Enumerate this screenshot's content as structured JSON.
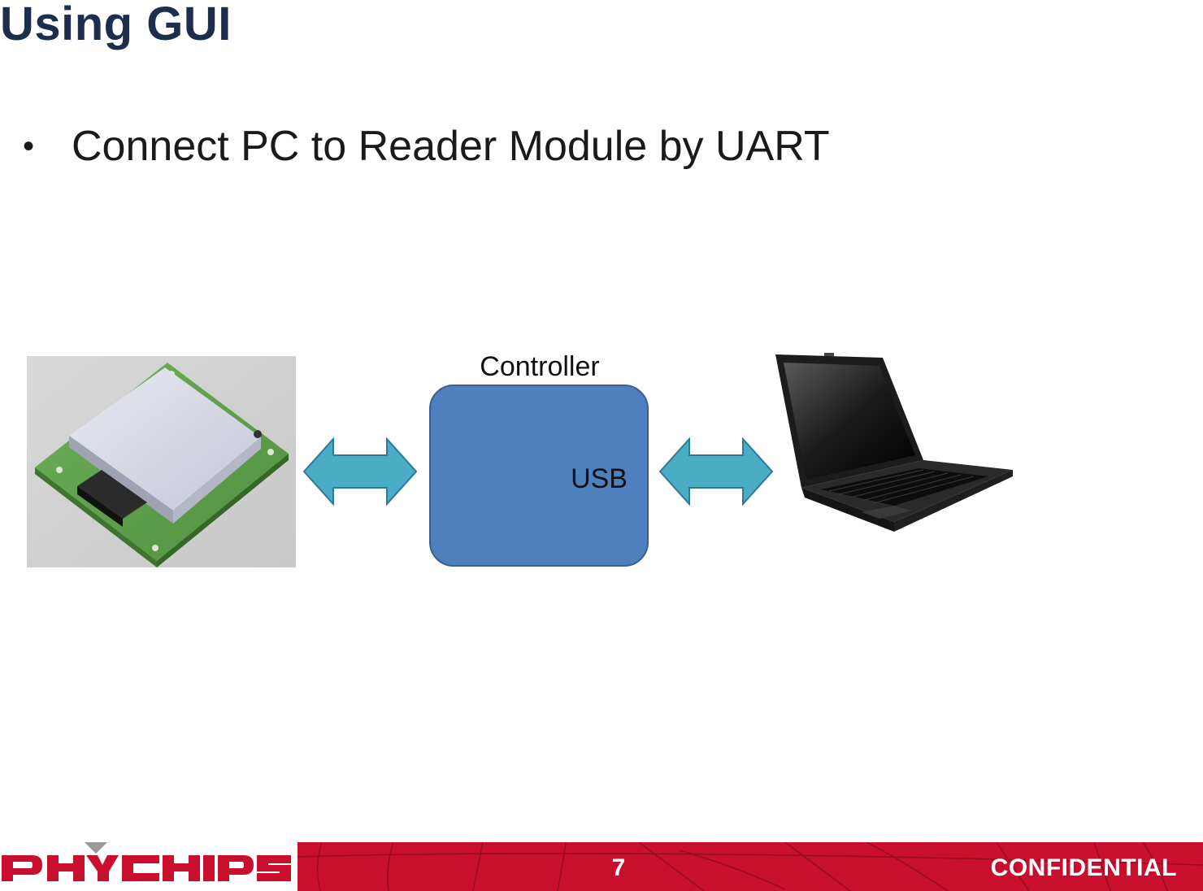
{
  "slide": {
    "title": "Using GUI",
    "bullets": [
      "Connect PC to Reader Module by UART"
    ]
  },
  "diagram": {
    "controller_label": "Controller",
    "usb_label": "USB",
    "module_image": "reader-module-photo",
    "pc_image": "laptop-photo"
  },
  "footer": {
    "logo_text": "PHYCHIPS",
    "page_number": "7",
    "confidential": "CONFIDENTIAL"
  },
  "colors": {
    "title": "#1b2e4d",
    "controller_fill": "#4e80bd",
    "arrow_fill": "#4bacc6",
    "arrow_stroke": "#2c7a96",
    "brand_red": "#c8102e"
  }
}
